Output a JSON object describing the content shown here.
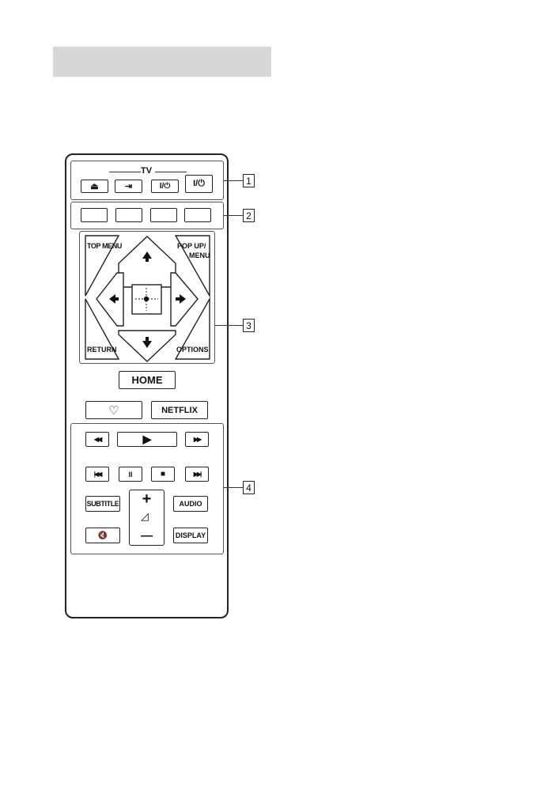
{
  "tv_label": "TV",
  "buttons": {
    "eject": "⏏",
    "input": "⇥",
    "tv_power": "I/⏻",
    "power": "I/⏻",
    "top_menu": "TOP MENU",
    "popup_menu_1": "POP UP/",
    "popup_menu_2": "MENU",
    "return": "RETURN",
    "options": "OPTIONS",
    "home": "HOME",
    "favorite": "♡",
    "netflix": "NETFLIX",
    "rewind": "◀◀",
    "play": "▶",
    "fast_forward": "▶▶",
    "prev": "|◀◀",
    "pause": "II",
    "stop": "■",
    "next": "▶▶|",
    "subtitle": "SUBTITLE",
    "vol_up": "+",
    "vol_down": "—",
    "vol_symbol": "◿",
    "audio": "AUDIO",
    "mute": "🔇",
    "display": "DISPLAY"
  },
  "callouts": [
    "1",
    "2",
    "3",
    "4"
  ]
}
